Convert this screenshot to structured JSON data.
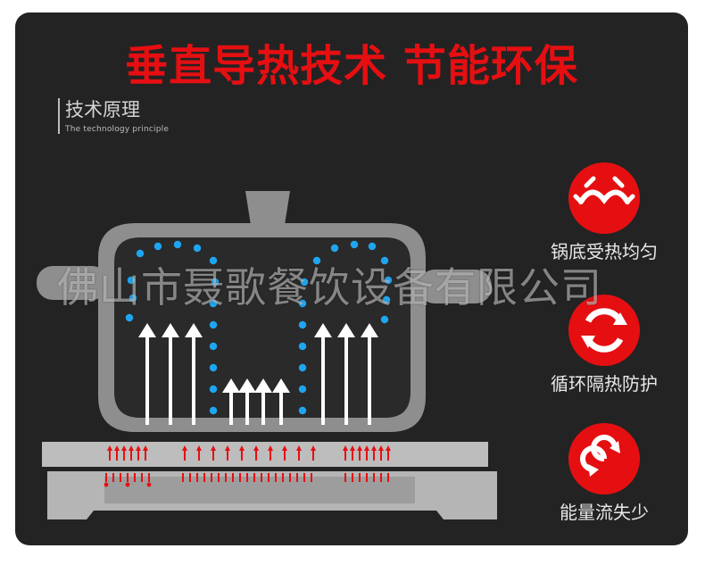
{
  "title": "垂直导热技术 节能环保",
  "section": {
    "title": "技术原理",
    "subtitle": "The technology principle"
  },
  "features": [
    {
      "label": "锅底受热均匀",
      "icon": "heat-eye-icon"
    },
    {
      "label": "循环隔热防护",
      "icon": "recycle-icon"
    },
    {
      "label": "能量流失少",
      "icon": "loop-arrows-icon"
    }
  ],
  "watermark": "佛山市聂歌餐饮设备有限公司",
  "colors": {
    "accent": "#e50f12",
    "background": "#232323",
    "pot": "#8e8e8e",
    "dots": "#1ea5f0",
    "arrows": "#ffffff"
  }
}
